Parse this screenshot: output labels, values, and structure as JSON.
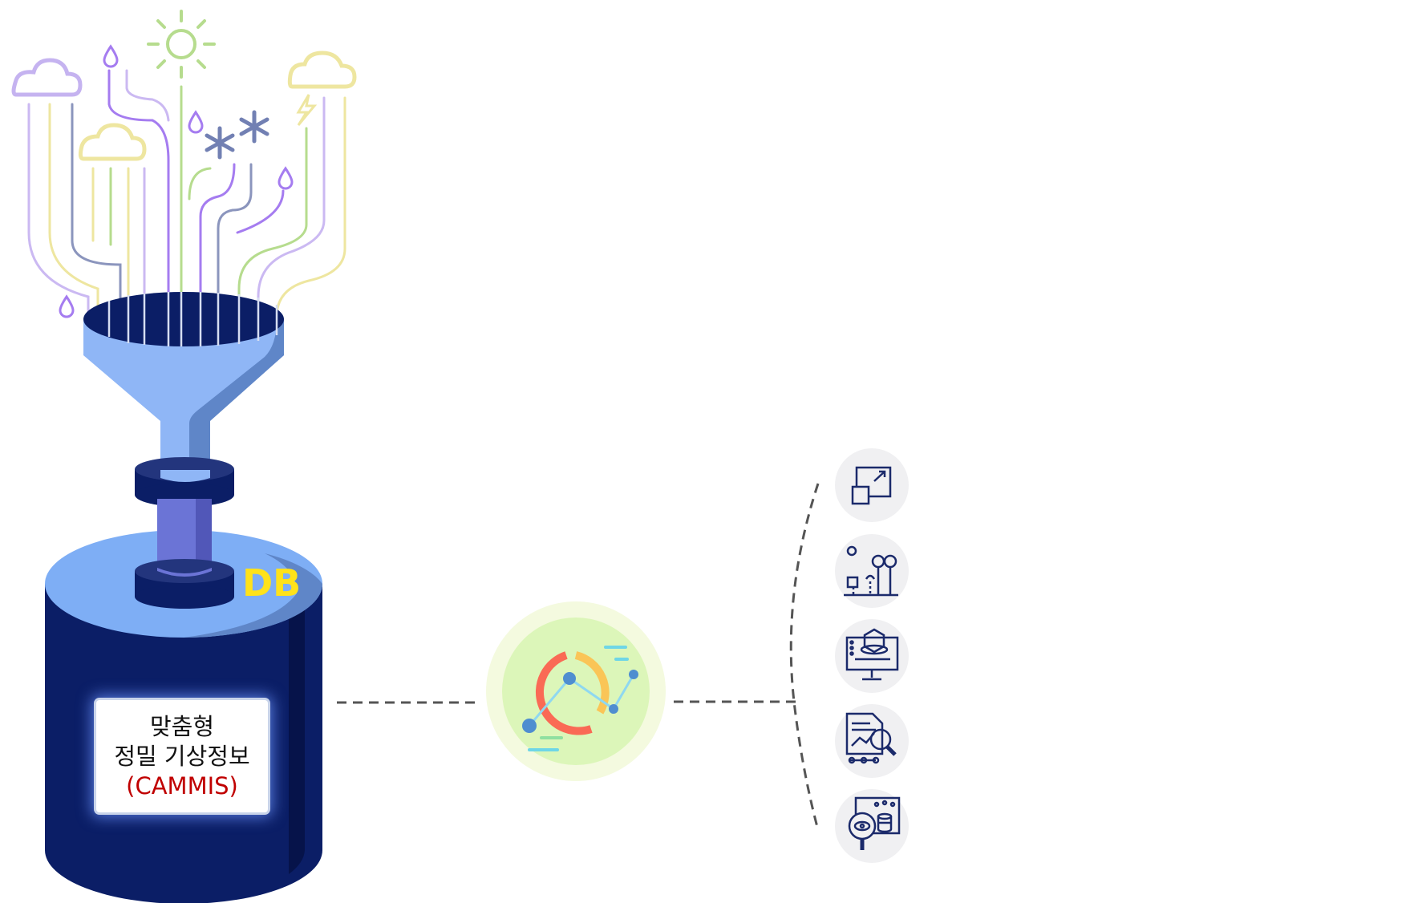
{
  "db": {
    "label": "DB"
  },
  "info_box": {
    "line1": "맞춤형",
    "line2": "정밀 기상정보",
    "line3": "(CAMMIS)"
  },
  "icons": {
    "weather_sources": [
      "cloud-icon",
      "rain-drop-icon",
      "sun-icon",
      "snowflake-icon",
      "lightning-cloud-icon"
    ],
    "funnel": "funnel-icon",
    "database": "database-cylinder-icon",
    "analytics": "analytics-chart-icon",
    "services": [
      "expand-scale-icon",
      "agriculture-weather-icon",
      "3d-model-monitor-icon",
      "report-analysis-icon",
      "data-search-icon"
    ]
  },
  "colors": {
    "navy": "#0b1e66",
    "light_blue": "#7eaef5",
    "purple": "#a57cf0",
    "green": "#b6dc8e",
    "yellow": "#eee6a0",
    "label_red": "#c00000",
    "db_yellow": "#ffe21a"
  }
}
